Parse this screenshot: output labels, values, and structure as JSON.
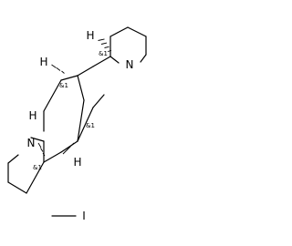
{
  "atoms": {
    "n_upper": "N",
    "n_lower": "N",
    "h_top": "H",
    "h_upper_left": "H",
    "h_middle": "H",
    "h_lower_right": "H",
    "iodine": "I"
  },
  "stereo_labels": {
    "c_top": "&1",
    "c_upper_left": "&1",
    "c_middle": "&1",
    "c_lower_right": "&1"
  }
}
